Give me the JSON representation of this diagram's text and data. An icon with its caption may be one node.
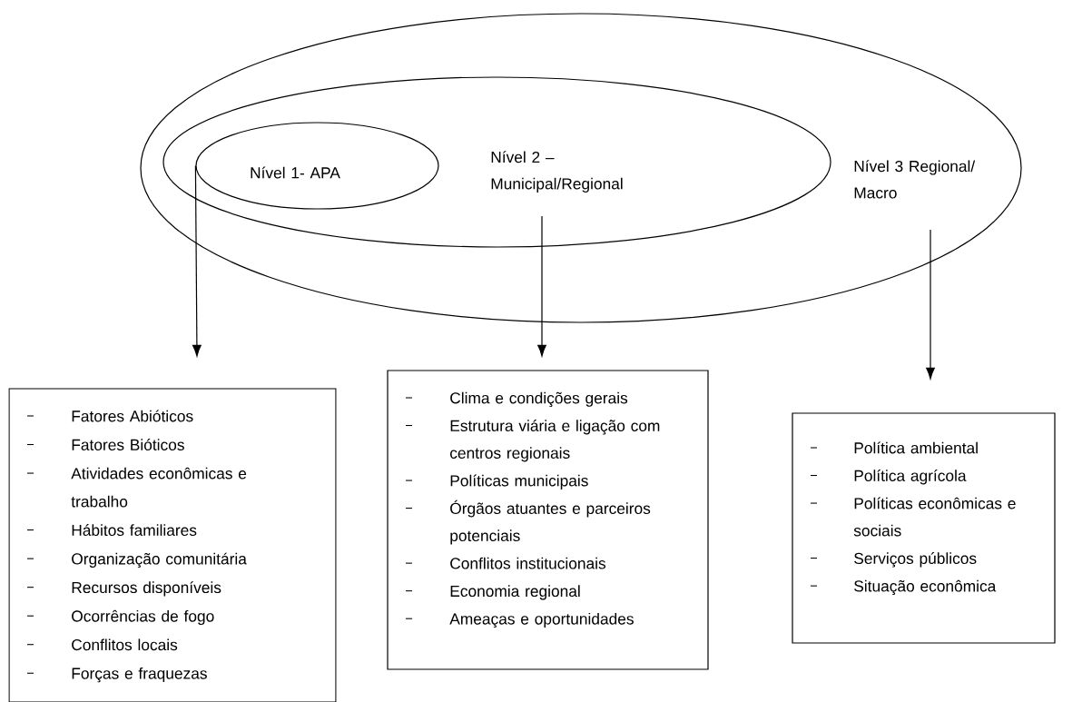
{
  "diagram": {
    "nodes": [
      {
        "text": [
          "Nível 3 Regional/ Macro"
        ]
      },
      {
        "text": [
          "Nível 2 – Municipal/Regional"
        ],
        "in": 0
      },
      {
        "text": [
          "Nível 1- APA"
        ],
        "in": 1
      },
      {
        "text": [
          "Fatores Abióticos",
          "Fatores Bióticos",
          "Atividades econômicas e trabalho",
          "Hábitos familiares",
          "Organização comunitária",
          "Recursos disponíveis",
          "Ocorrências de fogo",
          "Conflitos locais",
          "Forças e fraquezas"
        ]
      },
      {
        "text": [
          "Clima e condições gerais",
          "Estrutura viária e ligação com centros regionais",
          "Políticas municipais",
          "Órgãos atuantes e parceiros potenciais",
          "Conflitos institucionais",
          "Economia regional",
          "Ameaças e oportunidades"
        ]
      },
      {
        "text": [
          "Política ambiental",
          "Política agrícola",
          "Políticas econômicas e sociais",
          "Serviços públicos",
          "Situação econômica"
        ]
      }
    ],
    "edges": [
      {
        "from": 2,
        "to": 3,
        "arrow": "to"
      },
      {
        "from": 1,
        "to": 4,
        "arrow": "to"
      },
      {
        "from": 0,
        "to": 5,
        "arrow": "to"
      }
    ]
  }
}
